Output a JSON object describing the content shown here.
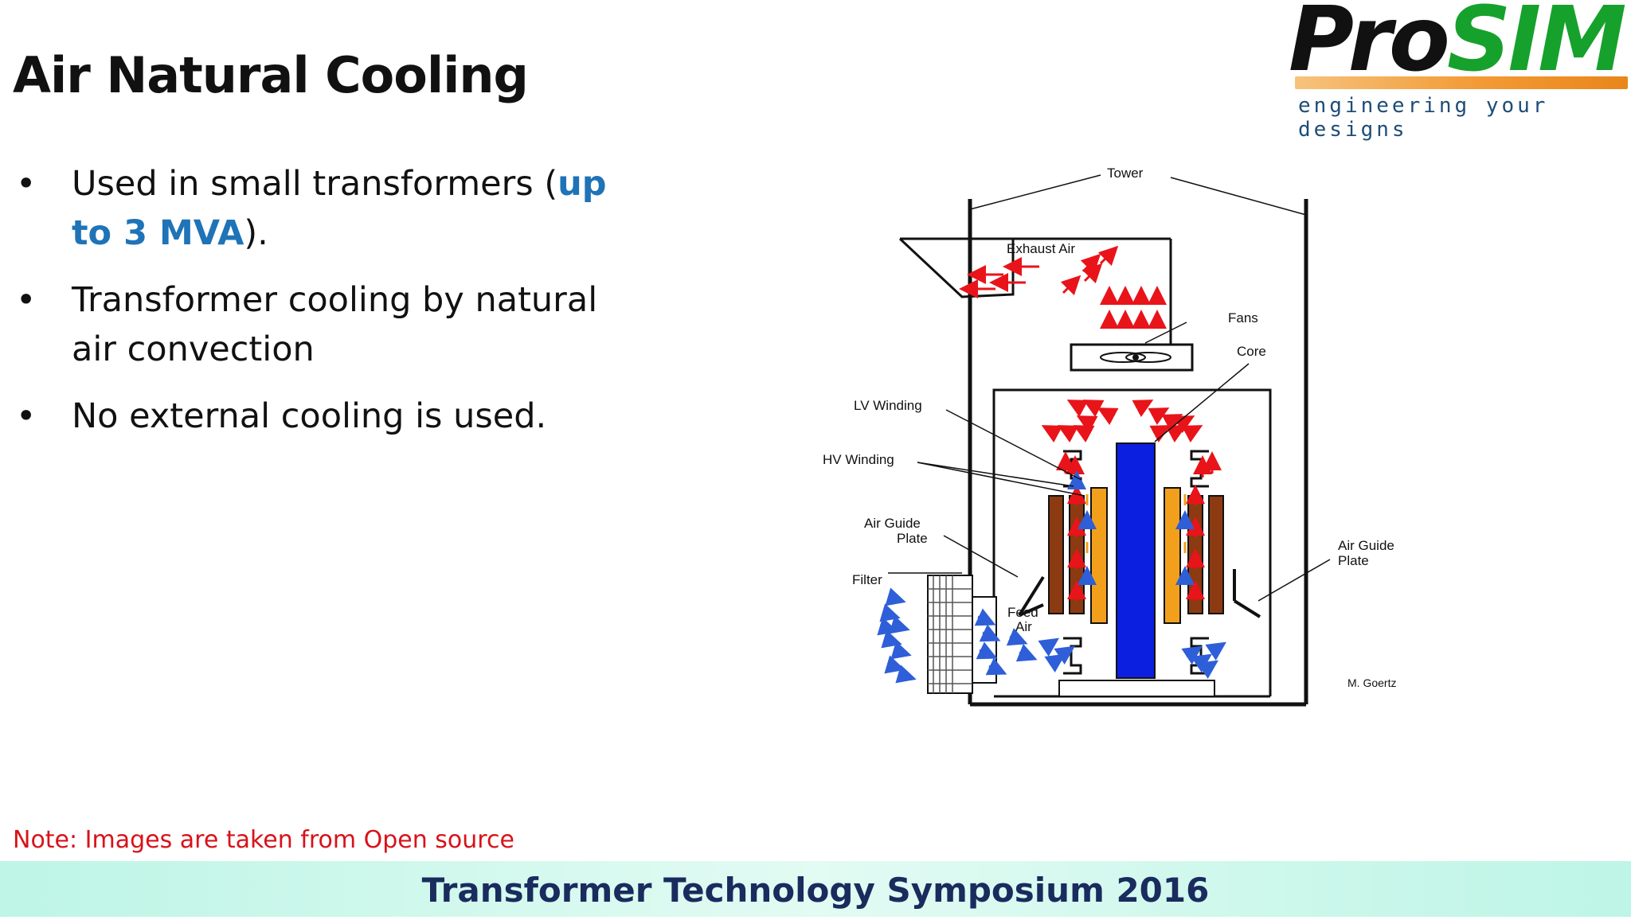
{
  "slide": {
    "title": "Air Natural Cooling",
    "note": "Note: Images are taken from Open source",
    "footer": "Transformer Technology Symposium 2016"
  },
  "logo": {
    "word_pro": "Pro",
    "word_sim": "SIM",
    "tagline": "engineering your designs"
  },
  "bullets": [
    {
      "prefix": "Used in small transformers (",
      "highlight": "up to 3 MVA",
      "suffix": ")."
    },
    {
      "prefix": "Transformer cooling by natural air convection",
      "highlight": "",
      "suffix": ""
    },
    {
      "prefix": "No external cooling is used.",
      "highlight": "",
      "suffix": ""
    }
  ],
  "bullet_char": "•",
  "diagram": {
    "labels": {
      "tower": "Tower",
      "exhaust_air": "Exhaust Air",
      "fans": "Fans",
      "core": "Core",
      "lv_winding": "LV Winding",
      "hv_winding": "HV Winding",
      "air_guide_plate_left_1": "Air Guide",
      "air_guide_plate_left_2": "Plate",
      "air_guide_plate_right_1": "Air Guide",
      "air_guide_plate_right_2": "Plate",
      "filter": "Filter",
      "feed_air_1": "Feed",
      "feed_air_2": "Air",
      "credit": "M. Goertz"
    },
    "colors": {
      "hot_air": "#e8141a",
      "cool_air": "#2f5fd8",
      "core": "#0a1fe0",
      "lv_winding": "#f2a01c",
      "hv_winding": "#8b3a12"
    }
  },
  "colors": {
    "highlight": "#1f73b7",
    "note": "#d8121a",
    "footer_text": "#1a2b5e",
    "logo_green": "#16a12c",
    "logo_orange": "#f39a36"
  }
}
